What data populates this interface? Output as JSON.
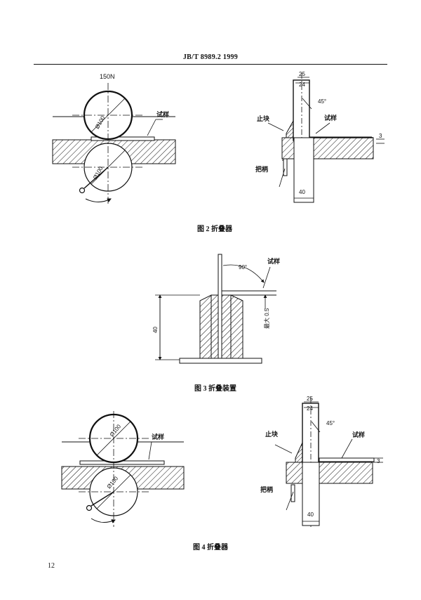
{
  "header": {
    "standard": "JB/T 8989.2   1999"
  },
  "page_number": "12",
  "figure2": {
    "caption": "图 2   折叠器",
    "left": {
      "force": "150N",
      "roller_top_dia": "Ø100",
      "roller_bottom_dia": "Ø100",
      "specimen": "试样"
    },
    "right": {
      "dim_25": "25",
      "dim_24": "24",
      "angle": "45°",
      "stop_block": "止块",
      "specimen": "试样",
      "dim_3": "3",
      "handle": "把柄",
      "dim_40": "40"
    }
  },
  "figure3": {
    "caption": "图 3   折叠装置",
    "angle": "90°",
    "specimen": "试样",
    "max_gap": "最大 0.5",
    "height": "40"
  },
  "figure4": {
    "caption": "图 4   折叠器",
    "left": {
      "roller_top_dia": "Ø100",
      "roller_bottom_dia": "Ø100",
      "specimen": "试样"
    },
    "right": {
      "dim_25": "25",
      "dim_24": "24",
      "angle": "45°",
      "stop_block": "止块",
      "specimen": "试样",
      "dim_3": "3",
      "handle": "把柄",
      "dim_40": "40"
    }
  }
}
